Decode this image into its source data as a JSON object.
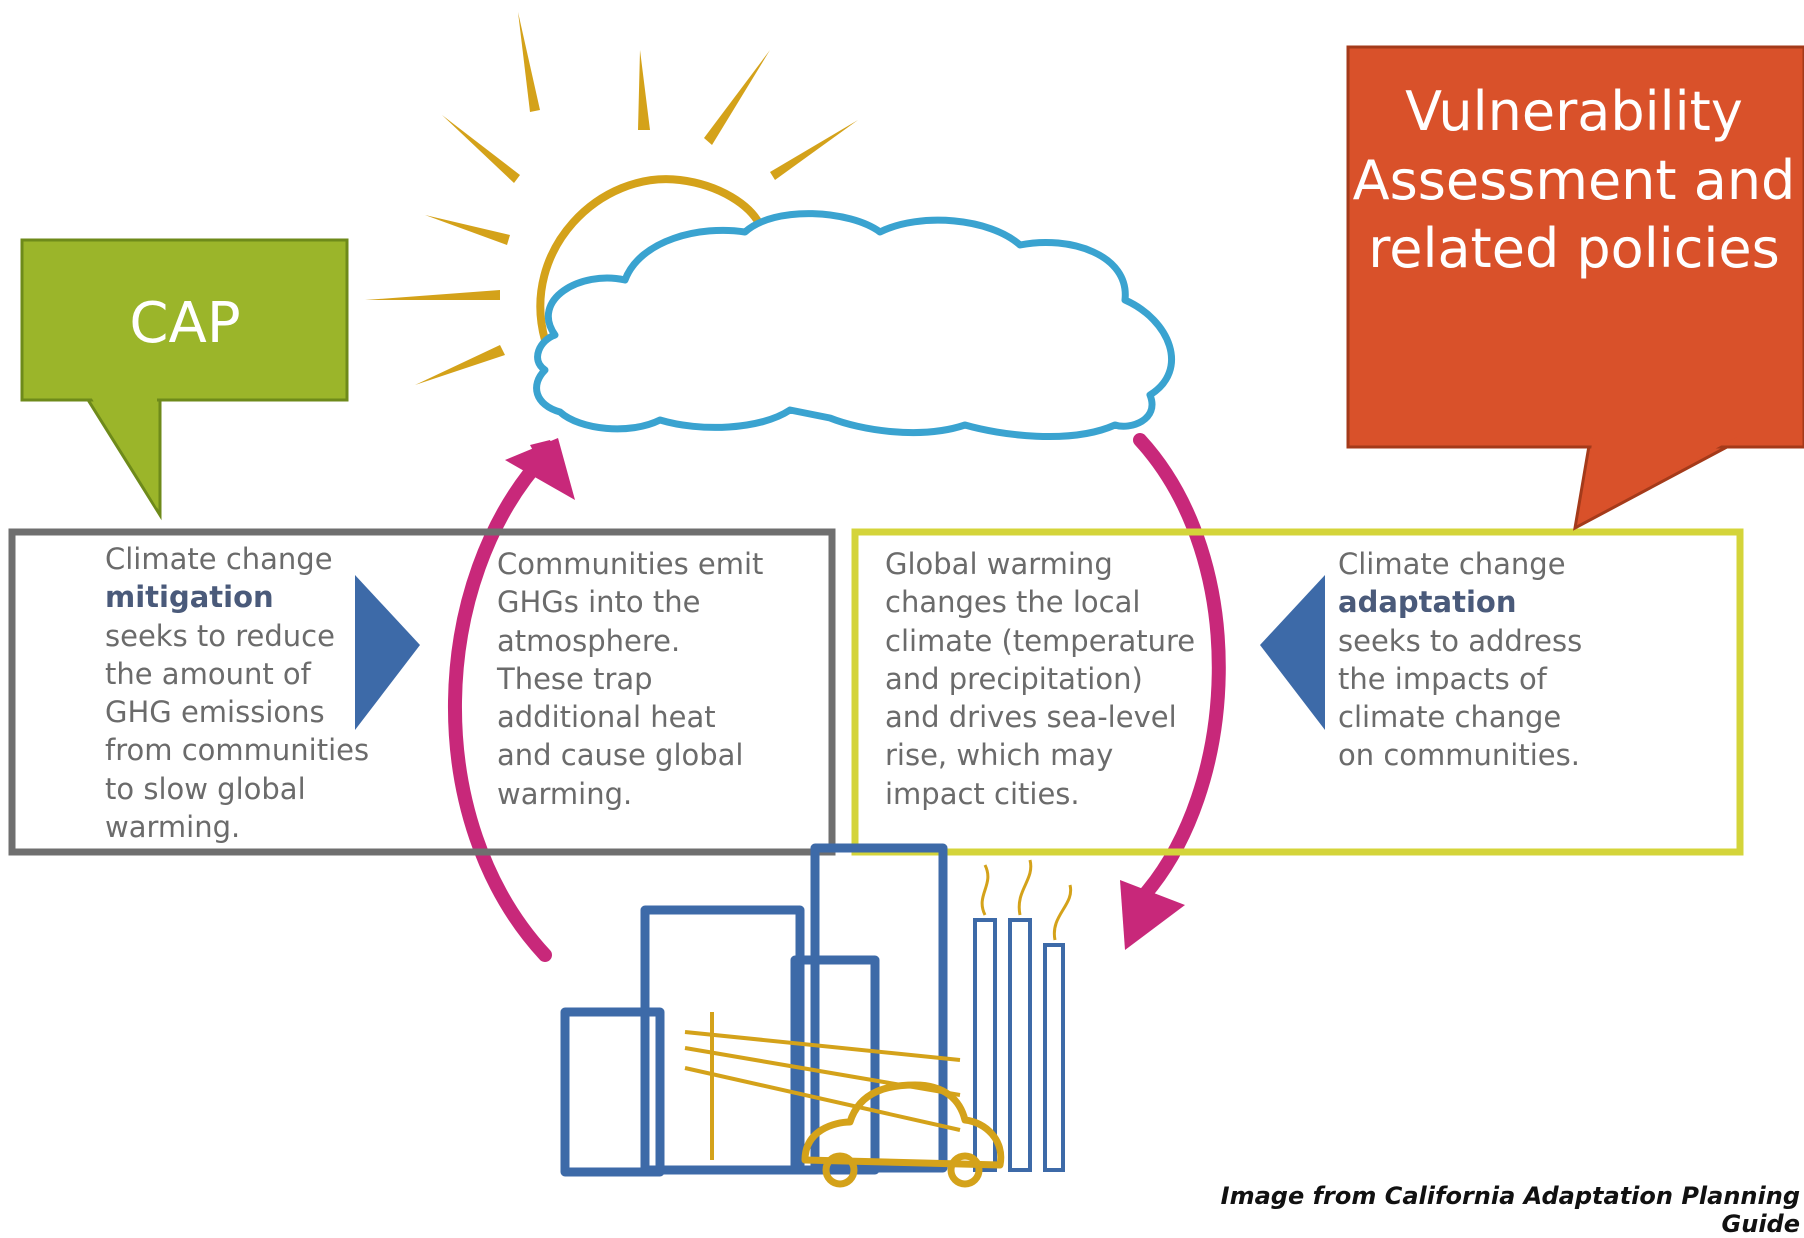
{
  "callouts": {
    "cap": "CAP",
    "vulnerability": "Vulnerability Assessment and related policies"
  },
  "boxes": {
    "mitigation": {
      "prefix": "Climate change",
      "keyword": "mitigation",
      "rest": "seeks to reduce\nthe amount of\nGHG emissions\nfrom communities\nto slow global\nwarming."
    },
    "communities": "Communities emit\nGHGs into the\natmosphere.\nThese trap\nadditional heat\nand cause global\nwarming.",
    "global_warming": "Global warming\nchanges the local\nclimate (temperature\nand precipitation)\nand drives sea-level\nrise, which may\nimpact cities.",
    "adaptation": {
      "prefix": "Climate change",
      "keyword": "adaptation",
      "rest": "seeks to address\nthe impacts of\nclimate change\non communities."
    }
  },
  "credit": "Image from California Adaptation Planning Guide",
  "colors": {
    "cap_green": "#9bb52a",
    "va_orange": "#d9512a",
    "sun_gold": "#d4a21a",
    "cloud_blue": "#3aa3d0",
    "arrow_magenta": "#c8287a",
    "building_blue": "#3d6aa8",
    "box_gray": "#6f6f6f",
    "box_yellow": "#d4d43a",
    "triangle_blue": "#3d6aa8"
  },
  "icons": [
    "sun-icon",
    "cloud-icon",
    "city-icon",
    "car-icon",
    "smokestack-icon"
  ]
}
